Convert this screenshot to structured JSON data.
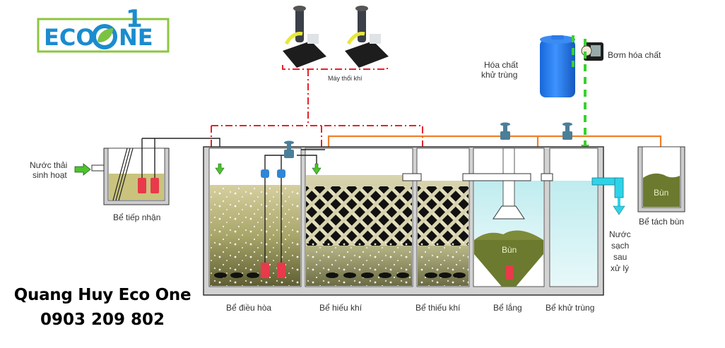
{
  "logo": {
    "text_left": "ECO",
    "text_right": "NE",
    "digit": "1",
    "colors": {
      "primary": "#1a8ccf",
      "leaf": "#7cc242",
      "frame": "#8dc63f"
    }
  },
  "equipment": {
    "blower_label": "Máy thổi khí",
    "chemical_tank_label_line1": "Hóa chất",
    "chemical_tank_label_line2": "khử trùng",
    "dosing_pump_label": "Bơm hóa chất"
  },
  "inlet": {
    "label_line1": "Nước thải",
    "label_line2": "sinh hoạt"
  },
  "outlet": {
    "label_lines": [
      "Nước",
      "sạch",
      "sau",
      "xử lý"
    ]
  },
  "tanks": {
    "receiving": "Bể tiếp nhận",
    "equalization": "Bể điều hòa",
    "aerobic": "Bể hiếu khí",
    "anoxic": "Bể thiếu khí",
    "settling": "Bể lắng",
    "disinfection": "Bể khử trùng",
    "sludge": "Bể tách bùn"
  },
  "sludge_labels": {
    "settling_sludge": "Bùn",
    "sludge_tank_sludge": "Bùn"
  },
  "company": {
    "name": "Quang Huy Eco One",
    "phone": "0903 209 802"
  },
  "colors": {
    "air_line": "#e8202a",
    "sludge_line": "#f07f2a",
    "chemical_line": "#39d12e",
    "flow_arrow": "#4cc52a",
    "clean_water": "#2fd3e8",
    "tank_wall": "#c8c8c8",
    "water_tan": "#cfc79a",
    "sludge": "#6b7a2e",
    "chemical_tank": "#1f77e6"
  }
}
